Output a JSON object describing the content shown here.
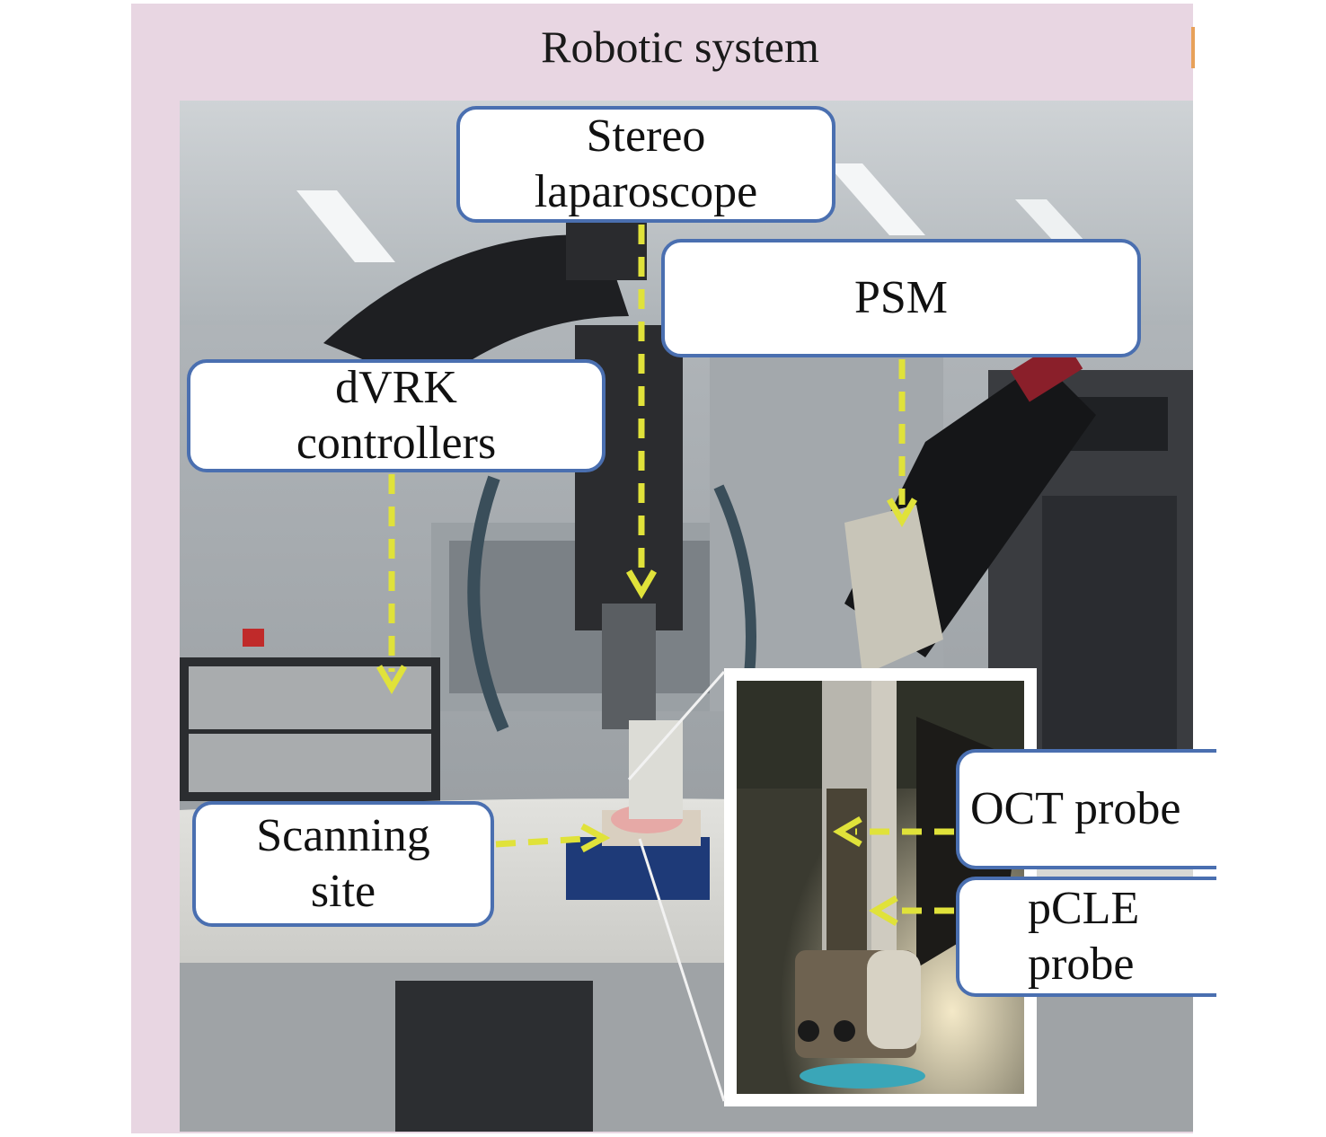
{
  "title": "Robotic system",
  "labels": {
    "stereo_line1": "Stereo",
    "stereo_line2": "laparoscope",
    "psm": "PSM",
    "dvrk_line1": "dVRK",
    "dvrk_line2": "controllers",
    "scanning_line1": "Scanning",
    "scanning_line2": "site",
    "oct": "OCT probe",
    "pcle_line1": "pCLE",
    "pcle_line2": "probe"
  },
  "colors": {
    "background": "#e8d6e2",
    "box_border": "#4a6fb0",
    "arrow": "#e0e23a"
  }
}
